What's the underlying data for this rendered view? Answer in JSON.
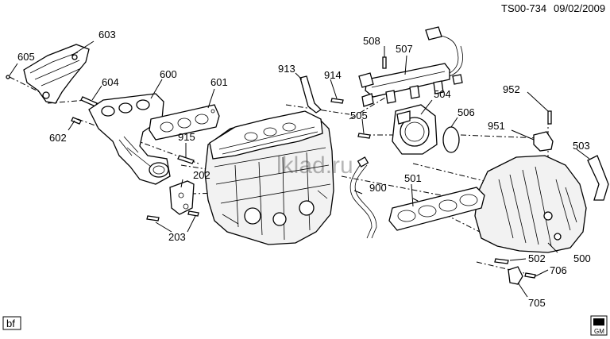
{
  "header": {
    "code": "TS00-734",
    "date": "09/02/2009"
  },
  "footer": {
    "left_tag": "bf",
    "logo_text": "GM"
  },
  "watermark": "lklad.ru",
  "callouts": [
    "605",
    "603",
    "604",
    "600",
    "601",
    "602",
    "913",
    "914",
    "508",
    "507",
    "952",
    "504",
    "506",
    "505",
    "951",
    "915",
    "503",
    "202",
    "501",
    "900",
    "203",
    "502",
    "706",
    "500",
    "705"
  ]
}
